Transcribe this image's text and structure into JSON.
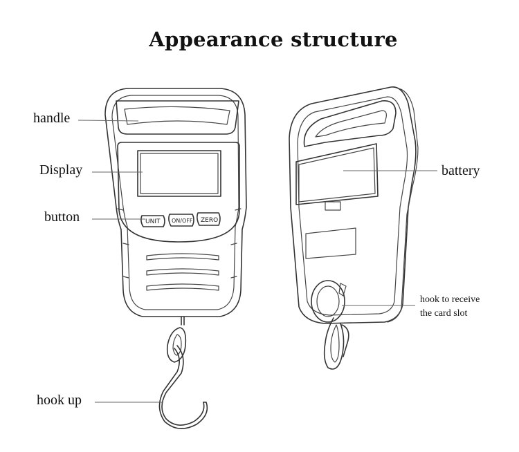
{
  "title": "Appearance structure",
  "labels": {
    "handle": "handle",
    "display": "Display",
    "button": "button",
    "hook_up": "hook up",
    "battery": "battery",
    "hook_receive_line1": "hook to receive",
    "hook_receive_line2": "the card slot"
  },
  "buttons": {
    "unit": "UNIT",
    "on_off": "ON/OFF",
    "zero": "ZERO"
  }
}
